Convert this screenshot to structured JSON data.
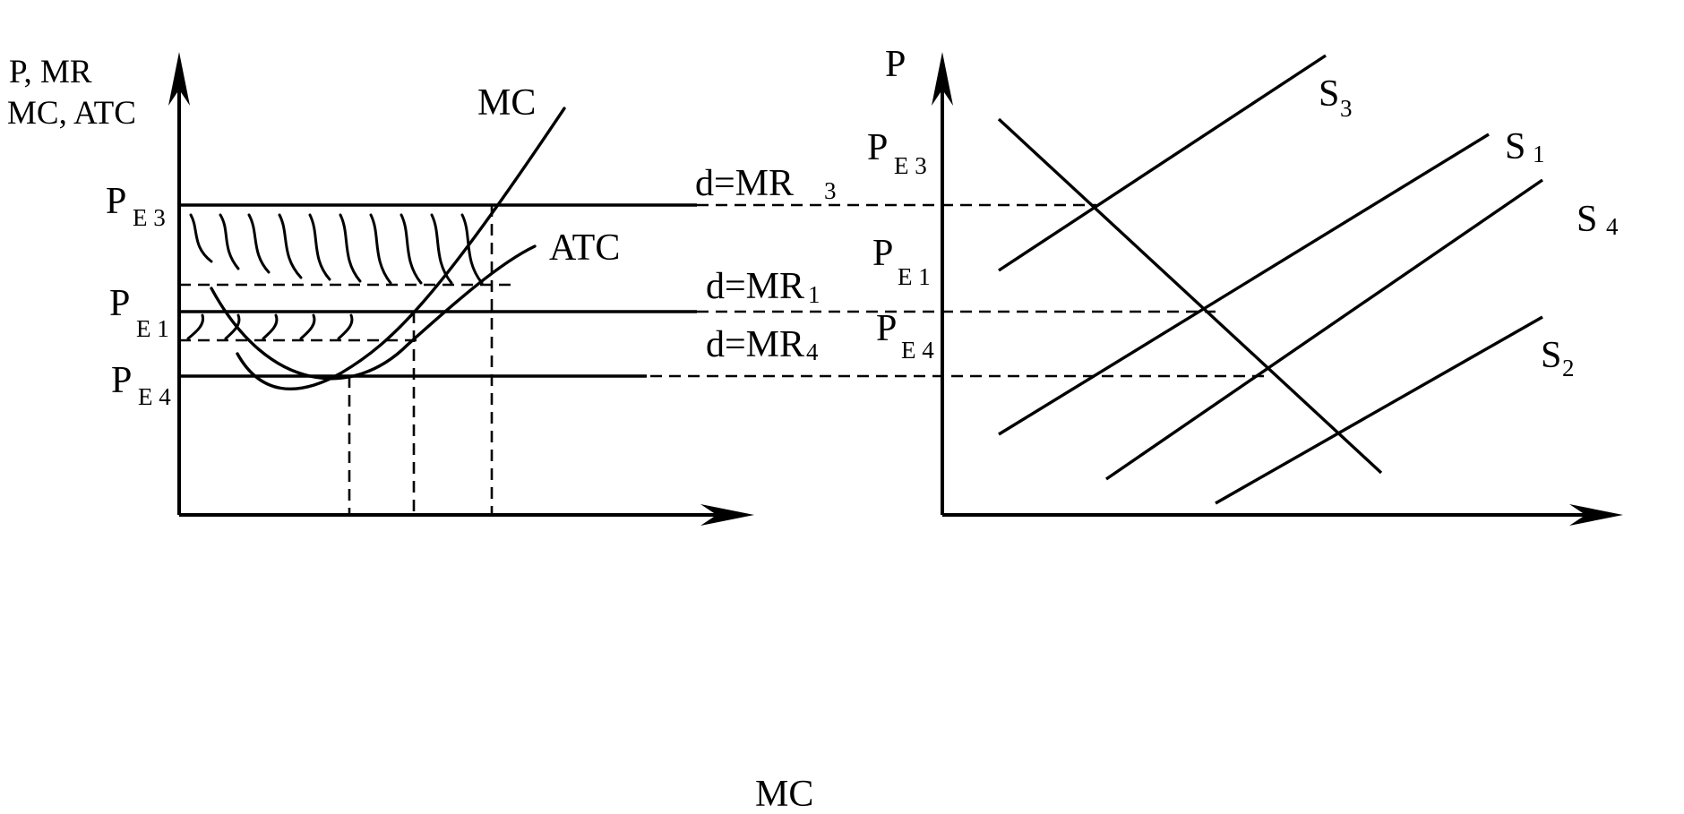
{
  "left_graph": {
    "y_axis_label_line1": "P, MR",
    "y_axis_label_line2": "MC, ATC",
    "curves": {
      "mc": "MC",
      "atc": "ATC"
    },
    "price_labels": [
      {
        "main": "P",
        "sub": "E 3"
      },
      {
        "main": "P",
        "sub": "E 1"
      },
      {
        "main": "P",
        "sub": "E 4"
      }
    ],
    "demand_lines": [
      {
        "main": "d=MR",
        "sub": "3"
      },
      {
        "main": "d=MR",
        "sub": "1"
      },
      {
        "main": "d=MR",
        "sub": "4"
      }
    ]
  },
  "right_graph": {
    "y_axis_label": "P",
    "price_labels": [
      {
        "main": "P",
        "sub": "E 3"
      },
      {
        "main": "P",
        "sub": "E 1"
      },
      {
        "main": "P",
        "sub": "E 4"
      }
    ],
    "supply_curves": [
      {
        "main": "S",
        "sub": "3"
      },
      {
        "main": "S",
        "sub": "1"
      },
      {
        "main": "S",
        "sub": "4"
      },
      {
        "main": "S",
        "sub": "2"
      }
    ]
  },
  "bottom_text": "MC"
}
